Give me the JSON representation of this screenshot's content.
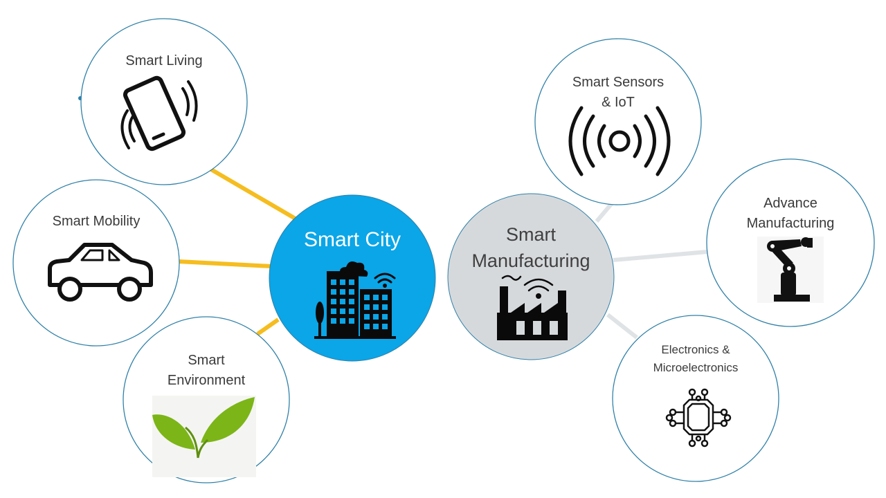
{
  "hubs": {
    "city": {
      "label": "Smart City",
      "fill": "#0aa6e8",
      "text_color": "#ffffff"
    },
    "manufacturing": {
      "label": "Smart\nManufacturing",
      "fill": "#d6d9dc",
      "text_color": "#404040"
    }
  },
  "city_nodes": [
    {
      "label": "Smart Living",
      "icon": "smartphone-vibrating-icon"
    },
    {
      "label": "Smart Mobility",
      "icon": "car-icon"
    },
    {
      "label": "Smart\nEnvironment",
      "icon": "leaves-icon"
    }
  ],
  "manufacturing_nodes": [
    {
      "label": "Smart Sensors\n& IoT",
      "icon": "wireless-signal-icon"
    },
    {
      "label": "Advance\nManufacturing",
      "icon": "robot-arm-icon"
    },
    {
      "label": "Electronics &\nMicroelectronics",
      "icon": "microchip-icon"
    }
  ],
  "colors": {
    "city_connector": "#f5bd1f",
    "manufacturing_connector": "#e0e3e6",
    "node_border": "#2f80a8",
    "leaf_green": "#7cb518"
  }
}
